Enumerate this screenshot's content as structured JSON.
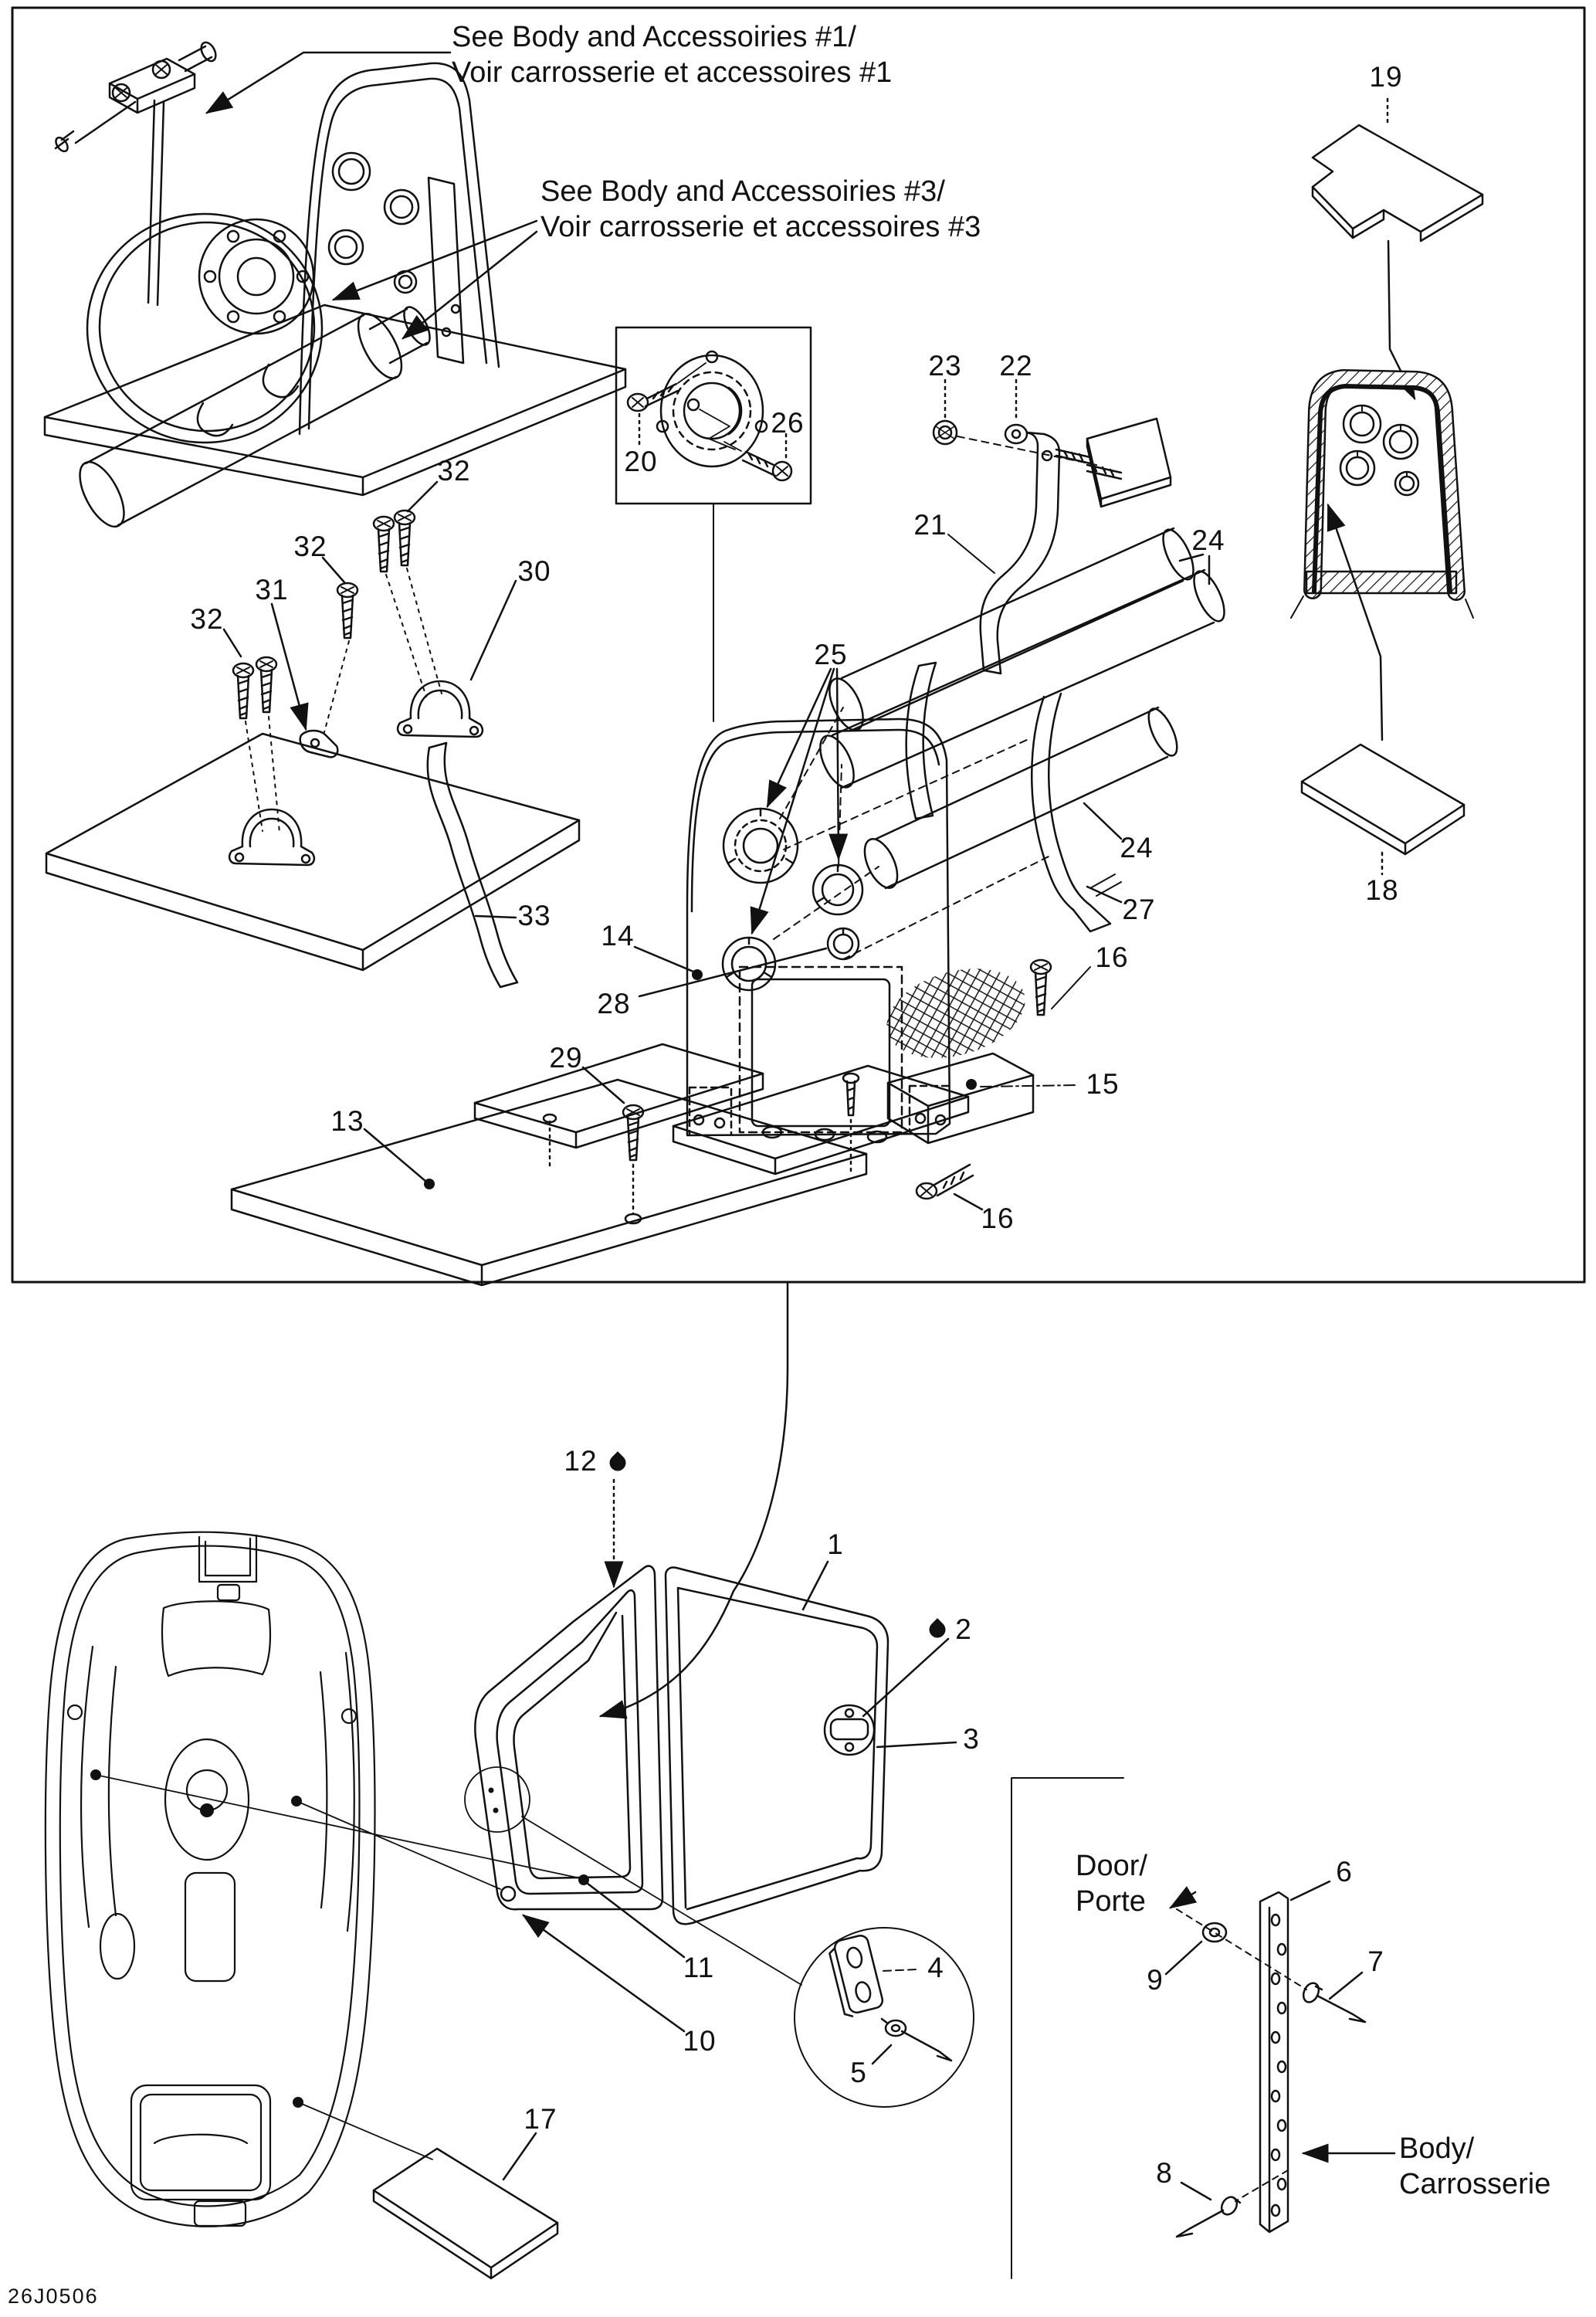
{
  "page": {
    "code": "26J0506"
  },
  "annotations": {
    "ref1_en": "See Body and Accessoiries #1/",
    "ref1_fr": "Voir carrosserie et accessoires #1",
    "ref3_en": "See Body and Accessoiries #3/",
    "ref3_fr": "Voir carrosserie et accessoires #3",
    "door_en": "Door/",
    "door_fr": "Porte",
    "body_en": "Body/",
    "body_fr": "Carrosserie"
  },
  "callouts": {
    "c1": "1",
    "c2": "2",
    "c3": "3",
    "c4": "4",
    "c5": "5",
    "c6": "6",
    "c7": "7",
    "c8": "8",
    "c9": "9",
    "c10": "10",
    "c11": "11",
    "c12": "12",
    "c13": "13",
    "c14": "14",
    "c15": "15",
    "c16a": "16",
    "c16b": "16",
    "c17": "17",
    "c18": "18",
    "c19": "19",
    "c20": "20",
    "c21": "21",
    "c22": "22",
    "c23": "23",
    "c24a": "24",
    "c24b": "24",
    "c25": "25",
    "c26": "26",
    "c27": "27",
    "c28": "28",
    "c29": "29",
    "c30": "30",
    "c31": "31",
    "c32a": "32",
    "c32b": "32",
    "c32c": "32",
    "c33": "33"
  },
  "icons": {
    "droplet": "lubricant-droplet"
  }
}
